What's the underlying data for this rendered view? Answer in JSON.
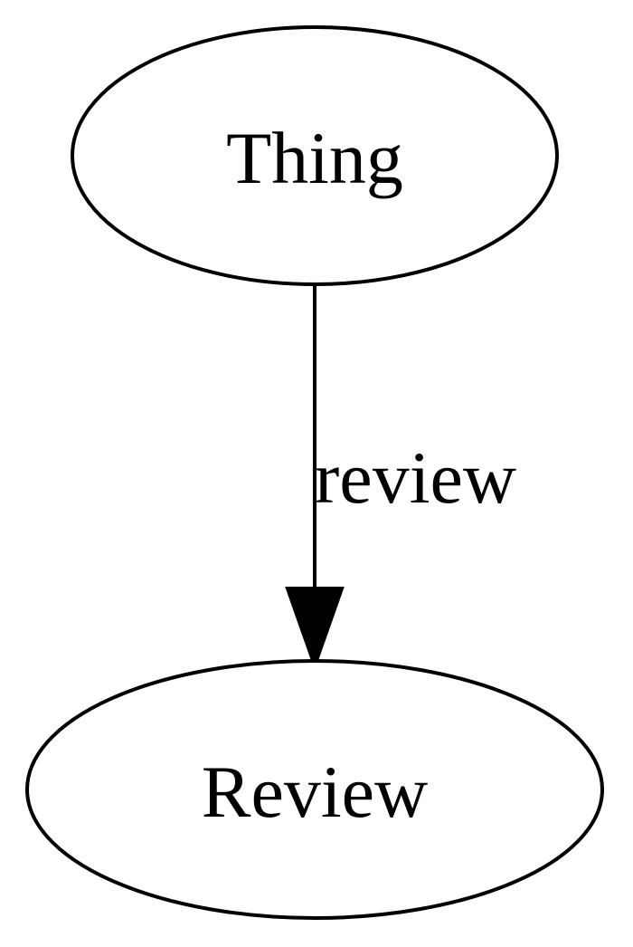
{
  "diagram": {
    "nodes": [
      {
        "id": "thing",
        "label": "Thing"
      },
      {
        "id": "review",
        "label": "Review"
      }
    ],
    "edges": [
      {
        "from": "thing",
        "to": "review",
        "label": "review"
      }
    ],
    "colors": {
      "stroke": "#000000",
      "fill": "#ffffff",
      "text": "#000000"
    }
  }
}
